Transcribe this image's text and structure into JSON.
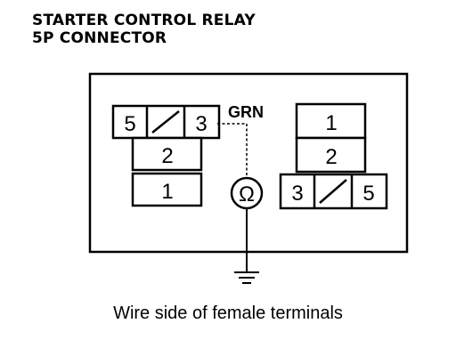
{
  "title": {
    "line1": "STARTER CONTROL RELAY",
    "line2": "5P CONNECTOR"
  },
  "wire_color": "GRN",
  "meter_symbol": "Ω",
  "caption": "Wire side of female terminals",
  "left_connector": {
    "top_row": [
      "5",
      "3"
    ],
    "middle": "2",
    "bottom": "1"
  },
  "right_connector": {
    "top": "1",
    "middle": "2",
    "bottom_row": [
      "3",
      "5"
    ]
  },
  "icons": {
    "meter": "ohmmeter-icon",
    "ground": "ground-icon"
  }
}
